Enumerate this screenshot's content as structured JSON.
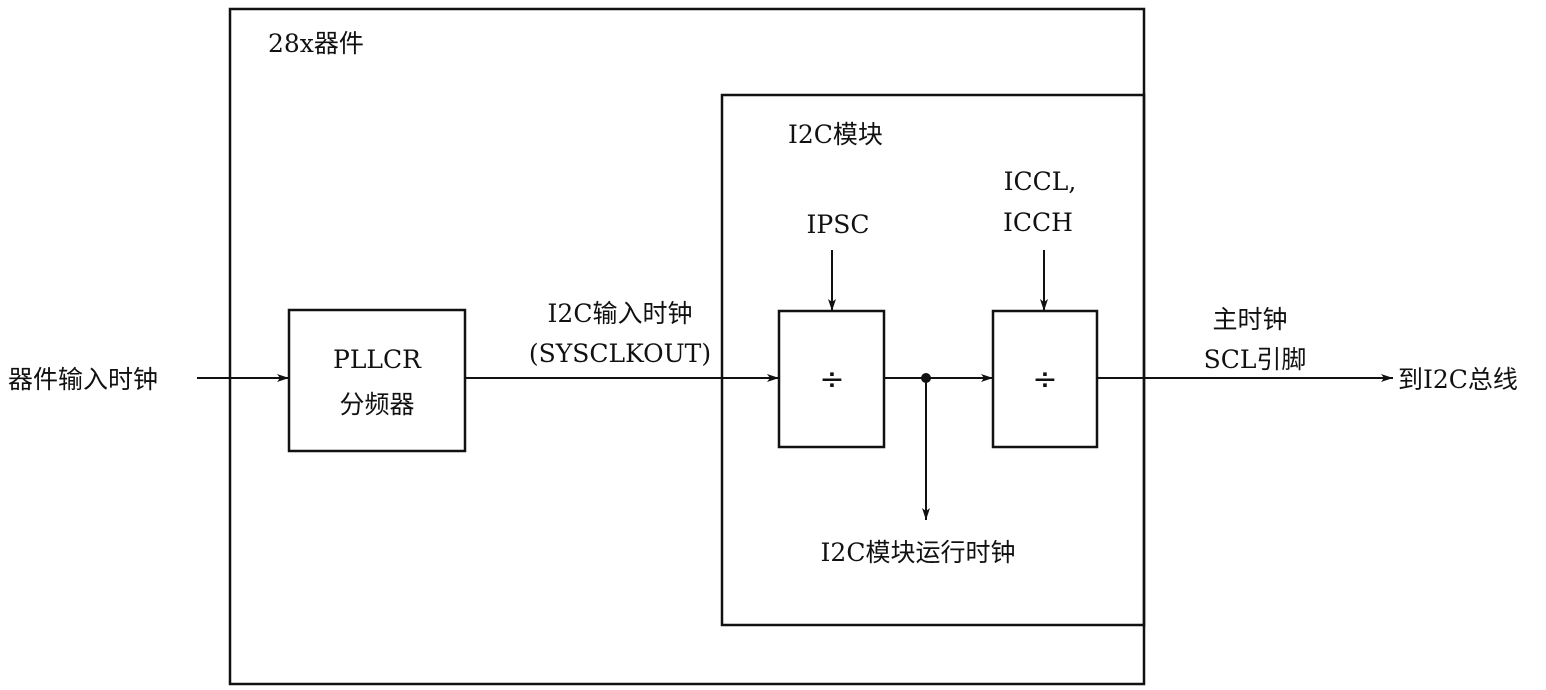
{
  "device": {
    "label": "28x器件"
  },
  "module": {
    "label": "I2C模块"
  },
  "input_clock": {
    "label": "器件输入时钟"
  },
  "pllcr": {
    "line1": "PLLCR",
    "line2": "分频器"
  },
  "i2c_input_clock": {
    "line1": "I2C输入时钟",
    "line2": "(SYSCLKOUT)"
  },
  "ipsc": {
    "label": "IPSC",
    "divider_symbol": "÷"
  },
  "icc": {
    "line1": "ICCL,",
    "line2": "ICCH",
    "divider_symbol": "÷"
  },
  "module_clock": {
    "label": "I2C模块运行时钟"
  },
  "master_clock": {
    "line1": "主时钟",
    "line2": "SCL引脚"
  },
  "bus_output": {
    "label": "到I2C总线"
  }
}
